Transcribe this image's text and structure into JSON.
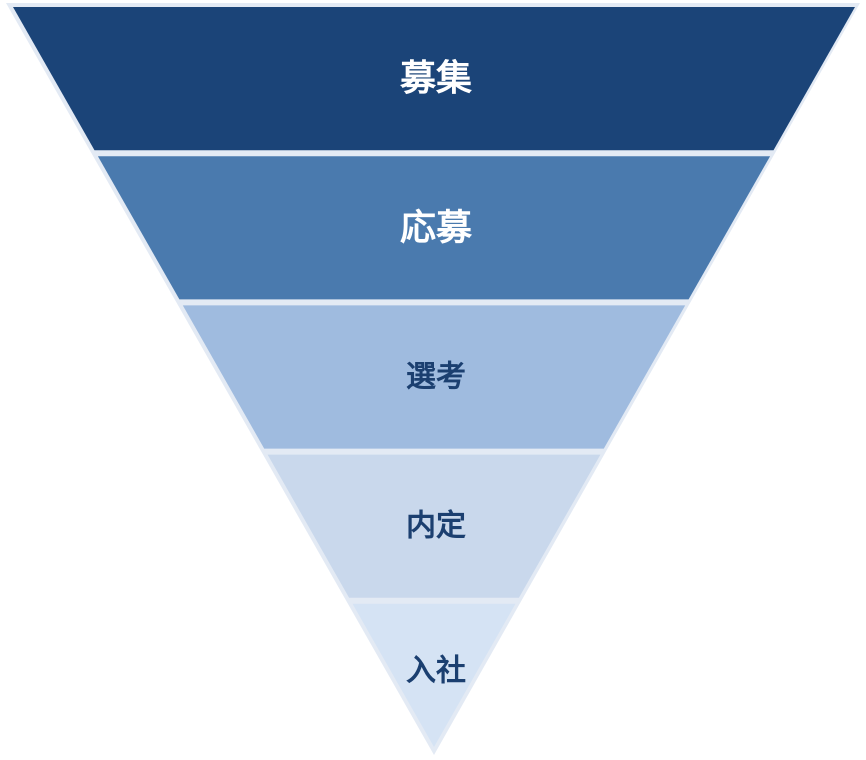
{
  "diagram": {
    "type": "funnel",
    "stages": [
      {
        "label": "募集",
        "fill": "#1b4478",
        "text_color": "#ffffff"
      },
      {
        "label": "応募",
        "fill": "#4a7aae",
        "text_color": "#ffffff"
      },
      {
        "label": "選考",
        "fill": "#9fbbdf",
        "text_color": "#1b3f70"
      },
      {
        "label": "内定",
        "fill": "#c9d8ec",
        "text_color": "#1b3f70"
      },
      {
        "label": "入社",
        "fill": "#d5e3f4",
        "text_color": "#1b3f70"
      }
    ],
    "outline_color": "#e3eaf4",
    "separator_color": "#ffffff"
  }
}
